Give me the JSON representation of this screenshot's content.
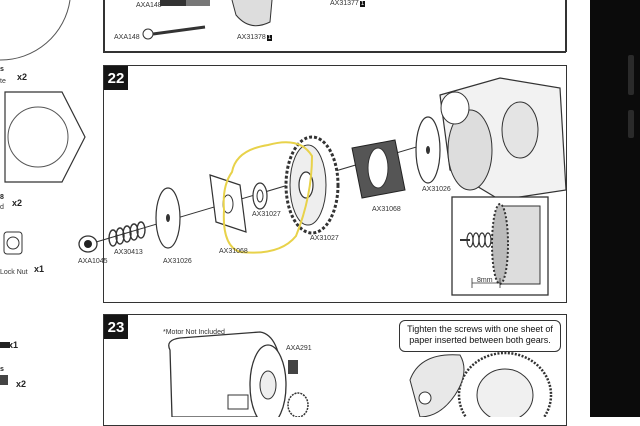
{
  "step22": {
    "number": "22",
    "labels": {
      "axa1045": "AXA1045",
      "ax30413": "AX30413",
      "ax31026_left": "AX31026",
      "ax31068_left": "AX31068",
      "ax31027_small": "AX31027",
      "ax31027_gear": "AX31027",
      "ax31068_right": "AX31068",
      "ax31026_right": "AX31026"
    },
    "inset_dimension": "8mm"
  },
  "step23": {
    "number": "23",
    "motor_note": "*Motor Not Included",
    "part_label": "AXA291",
    "instruction": "Tighten the screws with one sheet of paper inserted between both gears."
  },
  "top": {
    "axa148_top": "AXA148",
    "axa148_left": "AXA148",
    "ax31378": "AX31378",
    "ax31377": "AX31377"
  },
  "left_column": {
    "x2_a": "x2",
    "x2_b": "x2",
    "x1_a": "x1",
    "x1_b": "x1",
    "x2_c": "x2",
    "lock_nut": "Lock Nut",
    "frag_s1": "s",
    "frag_te": "te",
    "frag_8": "8",
    "frag_d": "d",
    "frag_s2": "s"
  },
  "colors": {
    "highlight": "#e8d24a",
    "panel_border": "#333333",
    "bezel": "#0b0b0b"
  }
}
